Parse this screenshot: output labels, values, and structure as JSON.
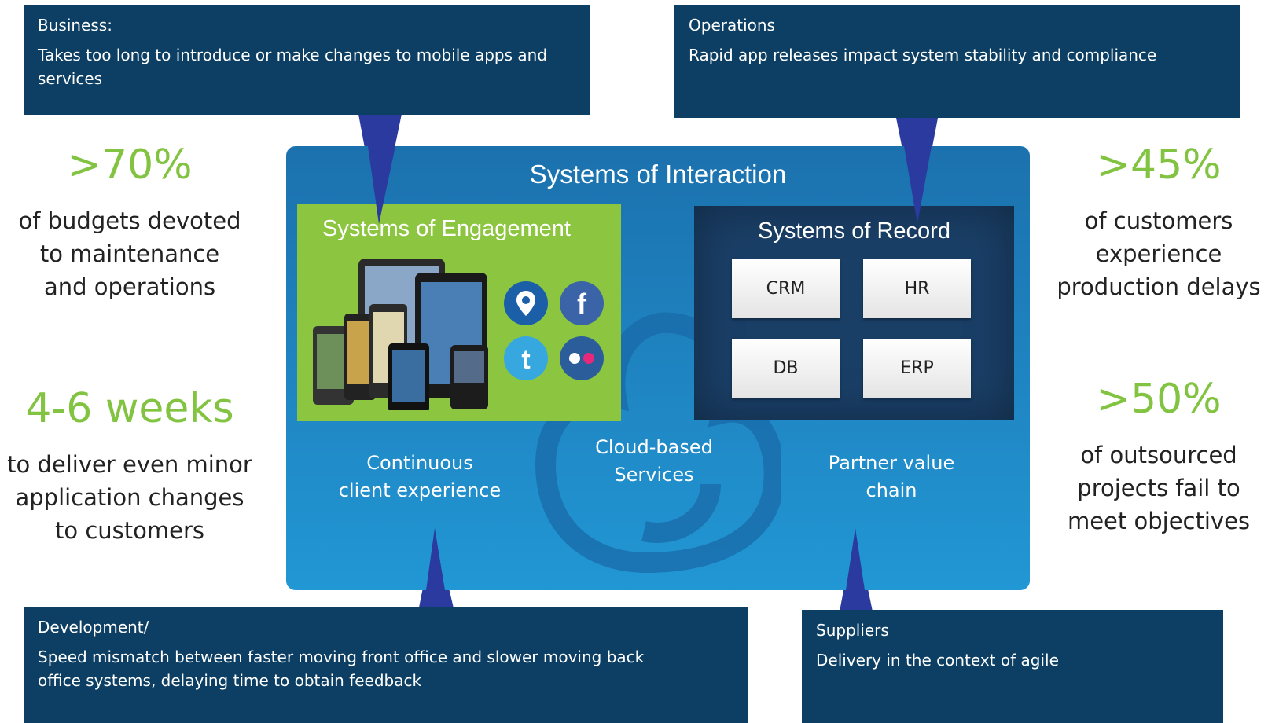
{
  "callouts": {
    "business": {
      "title": "Business:",
      "text": "Takes too long to introduce or make changes to mobile apps and services"
    },
    "operations": {
      "title": "Operations",
      "text": "Rapid app releases impact system stability and compliance"
    },
    "development": {
      "title": "Development/",
      "text": "Speed mismatch between faster moving front office and slower moving back office systems, delaying time to obtain feedback"
    },
    "suppliers": {
      "title": "Suppliers",
      "text": "Delivery in the context of agile"
    }
  },
  "stats": {
    "left_top": {
      "value": ">70%",
      "desc_lines": [
        "of budgets devoted",
        "to maintenance",
        "and operations"
      ]
    },
    "left_bottom": {
      "value": "4-6 weeks",
      "desc_lines": [
        "to deliver even minor",
        "application  changes",
        "to customers"
      ]
    },
    "right_top": {
      "value": ">45%",
      "desc_lines": [
        "of customers",
        "experience",
        "production delays"
      ]
    },
    "right_bottom": {
      "value": ">50%",
      "desc_lines": [
        "of outsourced",
        "projects fail to",
        "meet objectives"
      ]
    }
  },
  "panel": {
    "title": "Systems of Interaction",
    "engagement": {
      "title": "Systems of Engagement",
      "icons": [
        "location-icon",
        "facebook-icon",
        "twitter-icon",
        "flickr-icon"
      ]
    },
    "record": {
      "title": "Systems of Record",
      "items": [
        "CRM",
        "HR",
        "DB",
        "ERP"
      ]
    },
    "labels": {
      "continuous": [
        "Continuous",
        "client experience"
      ],
      "cloud": [
        "Cloud-based",
        "Services"
      ],
      "partner": [
        "Partner value",
        "chain"
      ]
    }
  },
  "colors": {
    "dark_navy": "#0c3f63",
    "panel_blue": "#1f86c3",
    "green": "#8cc53f",
    "stat_green": "#82c341",
    "record_navy": "#1a3f67"
  }
}
